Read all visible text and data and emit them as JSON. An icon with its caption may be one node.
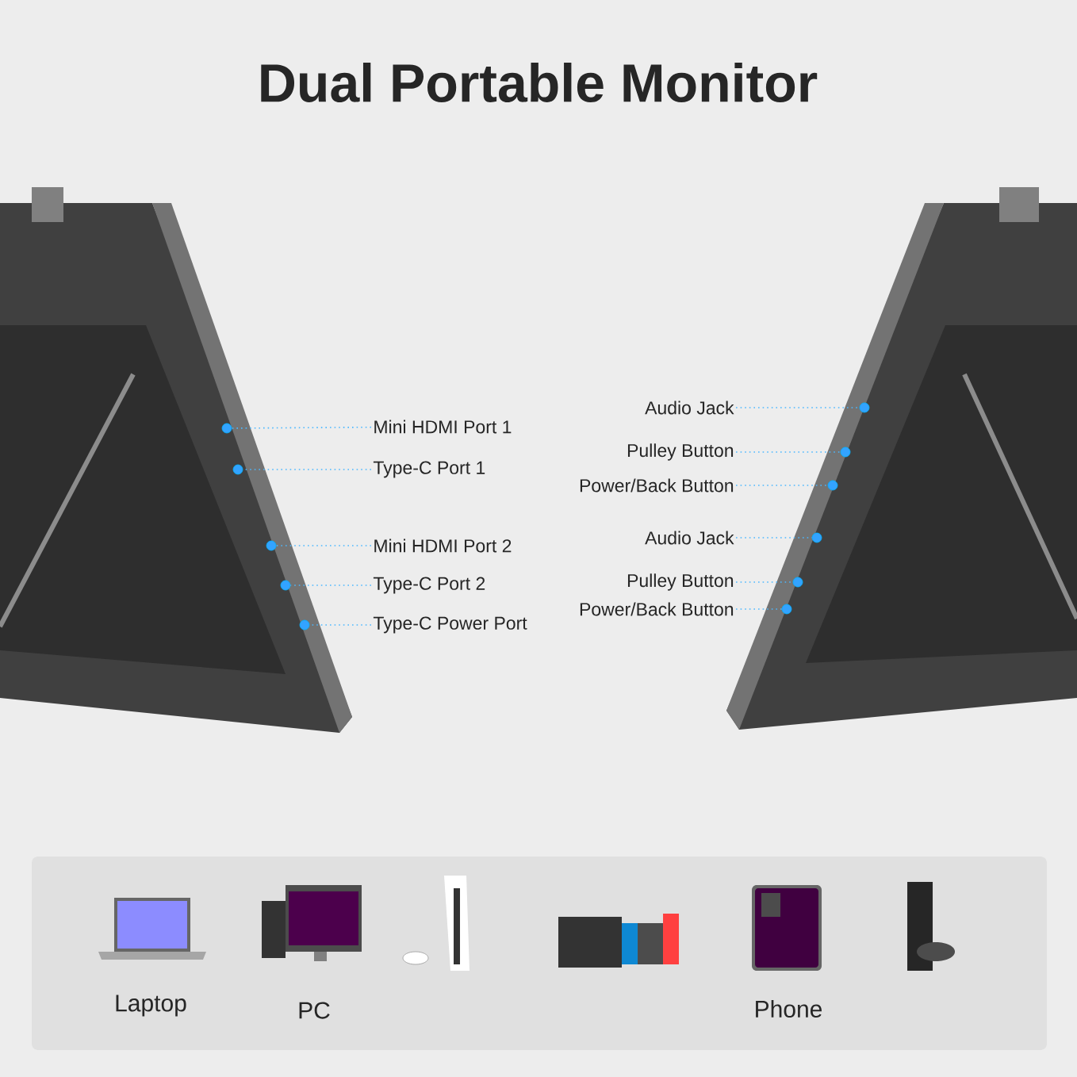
{
  "diagram": {
    "title": "Dual Portable Monitor",
    "nodes": [
      {
        "text": [
          "Mini HDMI Port 1"
        ]
      },
      {
        "text": [
          "Type-C Port 1"
        ]
      },
      {
        "text": [
          "Mini HDMI Port 2"
        ]
      },
      {
        "text": [
          "Type-C Port 2"
        ]
      },
      {
        "text": [
          "Type-C Power Port"
        ]
      },
      {
        "text": [
          "Audio Jack"
        ]
      },
      {
        "text": [
          "Pulley Button"
        ]
      },
      {
        "text": [
          "Power/Back Button"
        ]
      },
      {
        "text": [
          "Audio Jack"
        ]
      },
      {
        "text": [
          "Pulley Button"
        ]
      },
      {
        "text": [
          "Power/Back Button"
        ]
      },
      {
        "text": [],
        "shape": "circle"
      },
      {
        "text": [],
        "shape": "circle"
      },
      {
        "text": [],
        "shape": "circle"
      },
      {
        "text": [],
        "shape": "circle"
      },
      {
        "text": [],
        "shape": "circle"
      },
      {
        "text": [],
        "shape": "circle"
      },
      {
        "text": [],
        "shape": "circle"
      },
      {
        "text": [],
        "shape": "circle"
      },
      {
        "text": [],
        "shape": "circle"
      },
      {
        "text": [],
        "shape": "circle"
      },
      {
        "text": [],
        "shape": "circle"
      }
    ],
    "edges": [
      {
        "from": 0,
        "to": 11,
        "arrow": "none"
      },
      {
        "from": 1,
        "to": 12,
        "arrow": "none"
      },
      {
        "from": 2,
        "to": 13,
        "arrow": "none"
      },
      {
        "from": 3,
        "to": 14,
        "arrow": "none"
      },
      {
        "from": 4,
        "to": 15,
        "arrow": "none"
      },
      {
        "from": 5,
        "to": 16,
        "arrow": "none"
      },
      {
        "from": 6,
        "to": 17,
        "arrow": "none"
      },
      {
        "from": 7,
        "to": 18,
        "arrow": "none"
      },
      {
        "from": 8,
        "to": 19,
        "arrow": "none"
      },
      {
        "from": 9,
        "to": 20,
        "arrow": "none"
      },
      {
        "from": 10,
        "to": 21,
        "arrow": "none"
      }
    ],
    "labels": [
      "Laptop",
      "PC",
      "Phone"
    ]
  }
}
